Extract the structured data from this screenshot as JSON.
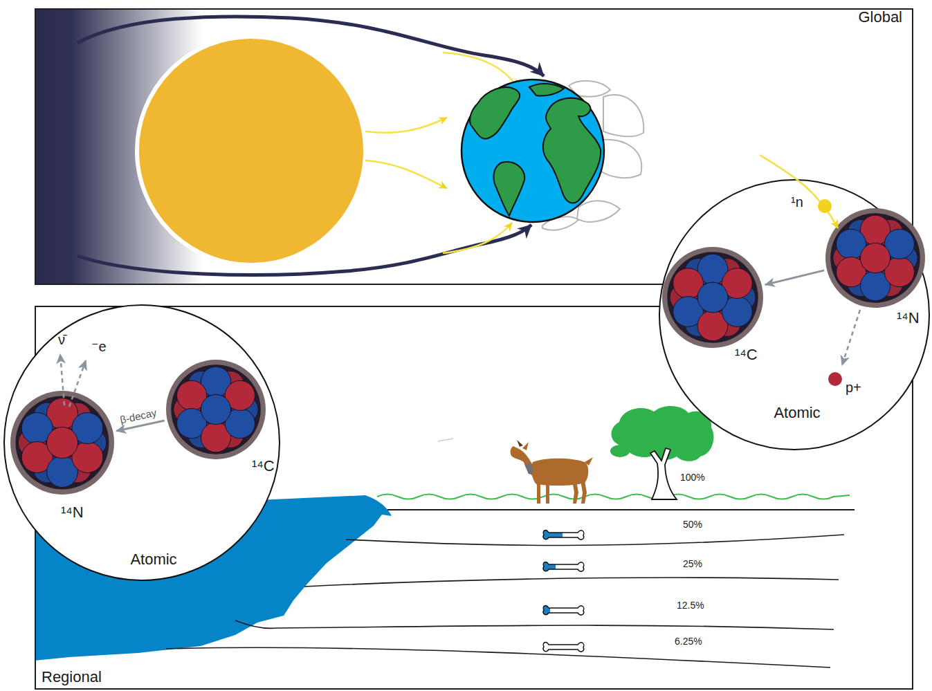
{
  "diagram": {
    "nodes": [
      {
        "text": [
          "Global"
        ]
      },
      {
        "text": [
          "Atomic"
        ]
      },
      {
        "text": [
          "¹⁴N"
        ],
        "in": 1
      },
      {
        "text": [
          "¹⁴C"
        ],
        "in": 1
      },
      {
        "text": [
          "Regional"
        ]
      },
      {
        "text": [
          "Atomic"
        ]
      },
      {
        "text": [
          "¹⁴C"
        ],
        "in": 5
      },
      {
        "text": [
          "¹⁴N"
        ],
        "in": 5
      }
    ],
    "edges": [
      {
        "from": 2,
        "to": 3,
        "arrow": "to"
      },
      {
        "from": 6,
        "to": 7,
        "label": "β-decay",
        "arrow": "to"
      }
    ],
    "labels": [
      "¹n",
      "p+",
      "ν̄",
      "⁻e",
      "100%",
      "50%",
      "25%",
      "12.5%",
      "6.25%"
    ]
  }
}
